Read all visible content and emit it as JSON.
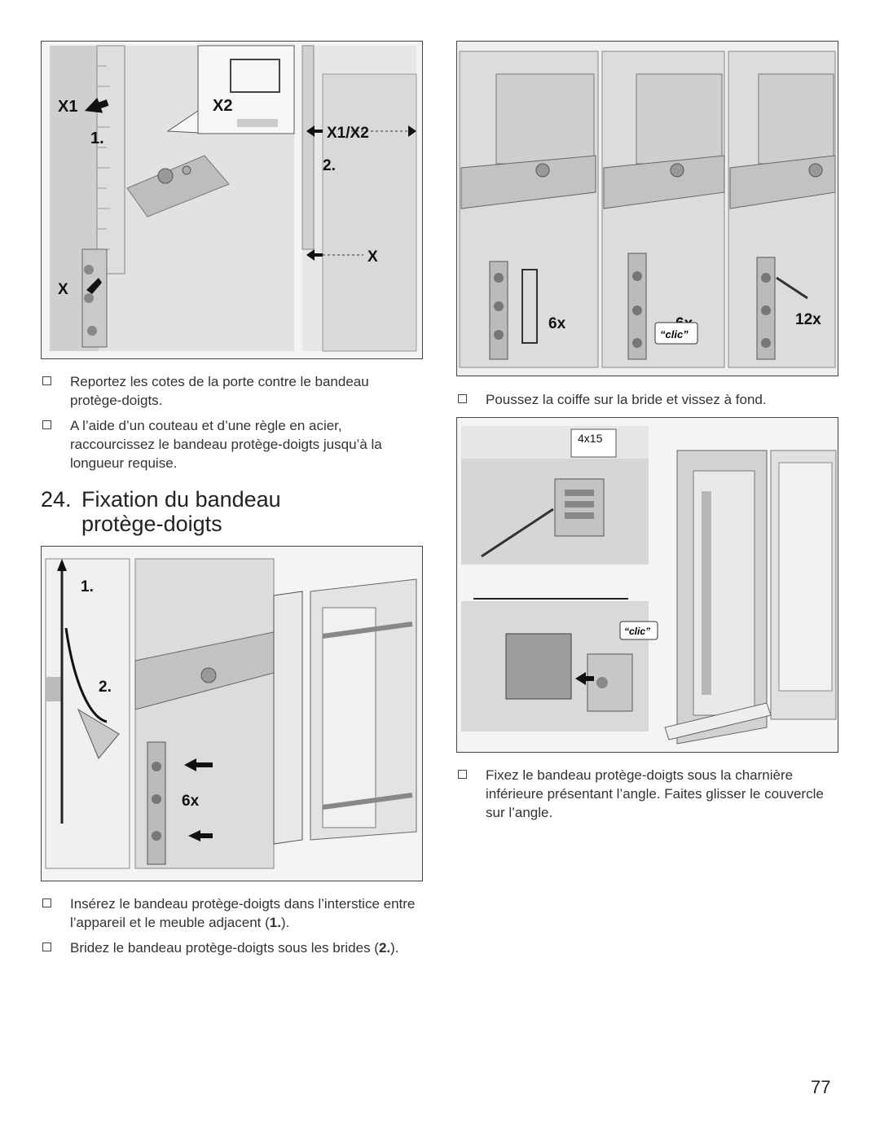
{
  "figures": {
    "fig1": {
      "labels": [
        "X1",
        "X2",
        "1.",
        "X1/X2",
        "2.",
        "X",
        "X"
      ]
    },
    "fig2": {
      "labels": [
        "6x",
        "6x",
        "“clic”",
        "12x"
      ]
    },
    "fig3": {
      "labels": [
        "4x15",
        "“clic”"
      ]
    },
    "fig4": {
      "labels": [
        "1.",
        "2.",
        "6x"
      ]
    }
  },
  "left_top_bullets": [
    "Reportez les cotes de la porte contre le bandeau protège-doigts.",
    "A l’aide d’un couteau et d’une règle en acier, raccourcissez le bandeau protège-doigts jusqu’à la longueur requise."
  ],
  "section": {
    "number": "24.",
    "title_line1": "Fixation du bandeau",
    "title_line2": "protège-doigts"
  },
  "right_bullet_1": "Poussez la coiffe sur la bride et vissez à fond.",
  "right_bullet_2": "Fixez le bandeau protège-doigts sous la charnière inférieure présentant l’angle. Faites glisser le couvercle sur l’angle.",
  "bottom_bullets": {
    "b1_text": "Insérez le bandeau protège-doigts dans l’interstice entre l’appareil et le meuble adjacent (",
    "b1_bold": "1.",
    "b1_end": ").",
    "b2_text": "Bridez le bandeau protège-doigts sous les brides (",
    "b2_bold": "2.",
    "b2_end": ")."
  },
  "page_number": "77"
}
